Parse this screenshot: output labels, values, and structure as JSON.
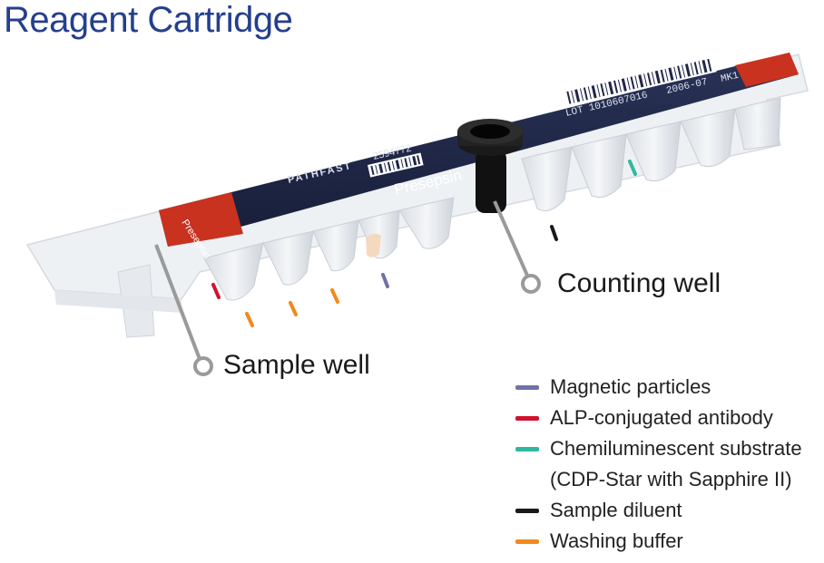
{
  "title": "Reagent Cartridge",
  "cartridge": {
    "brand": "PATHFAST",
    "serial": "2594772",
    "product": "Presepsin",
    "end_label": "Presepsin",
    "lot": "LOT 1010607016",
    "expiry": "2006-07",
    "code": "MK1"
  },
  "callouts": {
    "counting_well": "Counting well",
    "sample_well": "Sample well"
  },
  "legend": [
    {
      "label": "Magnetic particles",
      "color": "#6f72a8"
    },
    {
      "label": "ALP-conjugated antibody",
      "color": "#d0122d"
    },
    {
      "label": "Chemiluminescent substrate",
      "color": "#2fb8a0"
    },
    {
      "label": "(CDP-Star with Sapphire II)",
      "color": ""
    },
    {
      "label": "Sample diluent",
      "color": "#1a1a1a"
    },
    {
      "label": "Washing buffer",
      "color": "#f08a1c"
    }
  ],
  "colors": {
    "title": "#243f8f",
    "label_band": "#1f2747",
    "red_band": "#c8321f",
    "pointer": "#9a9a9a"
  }
}
